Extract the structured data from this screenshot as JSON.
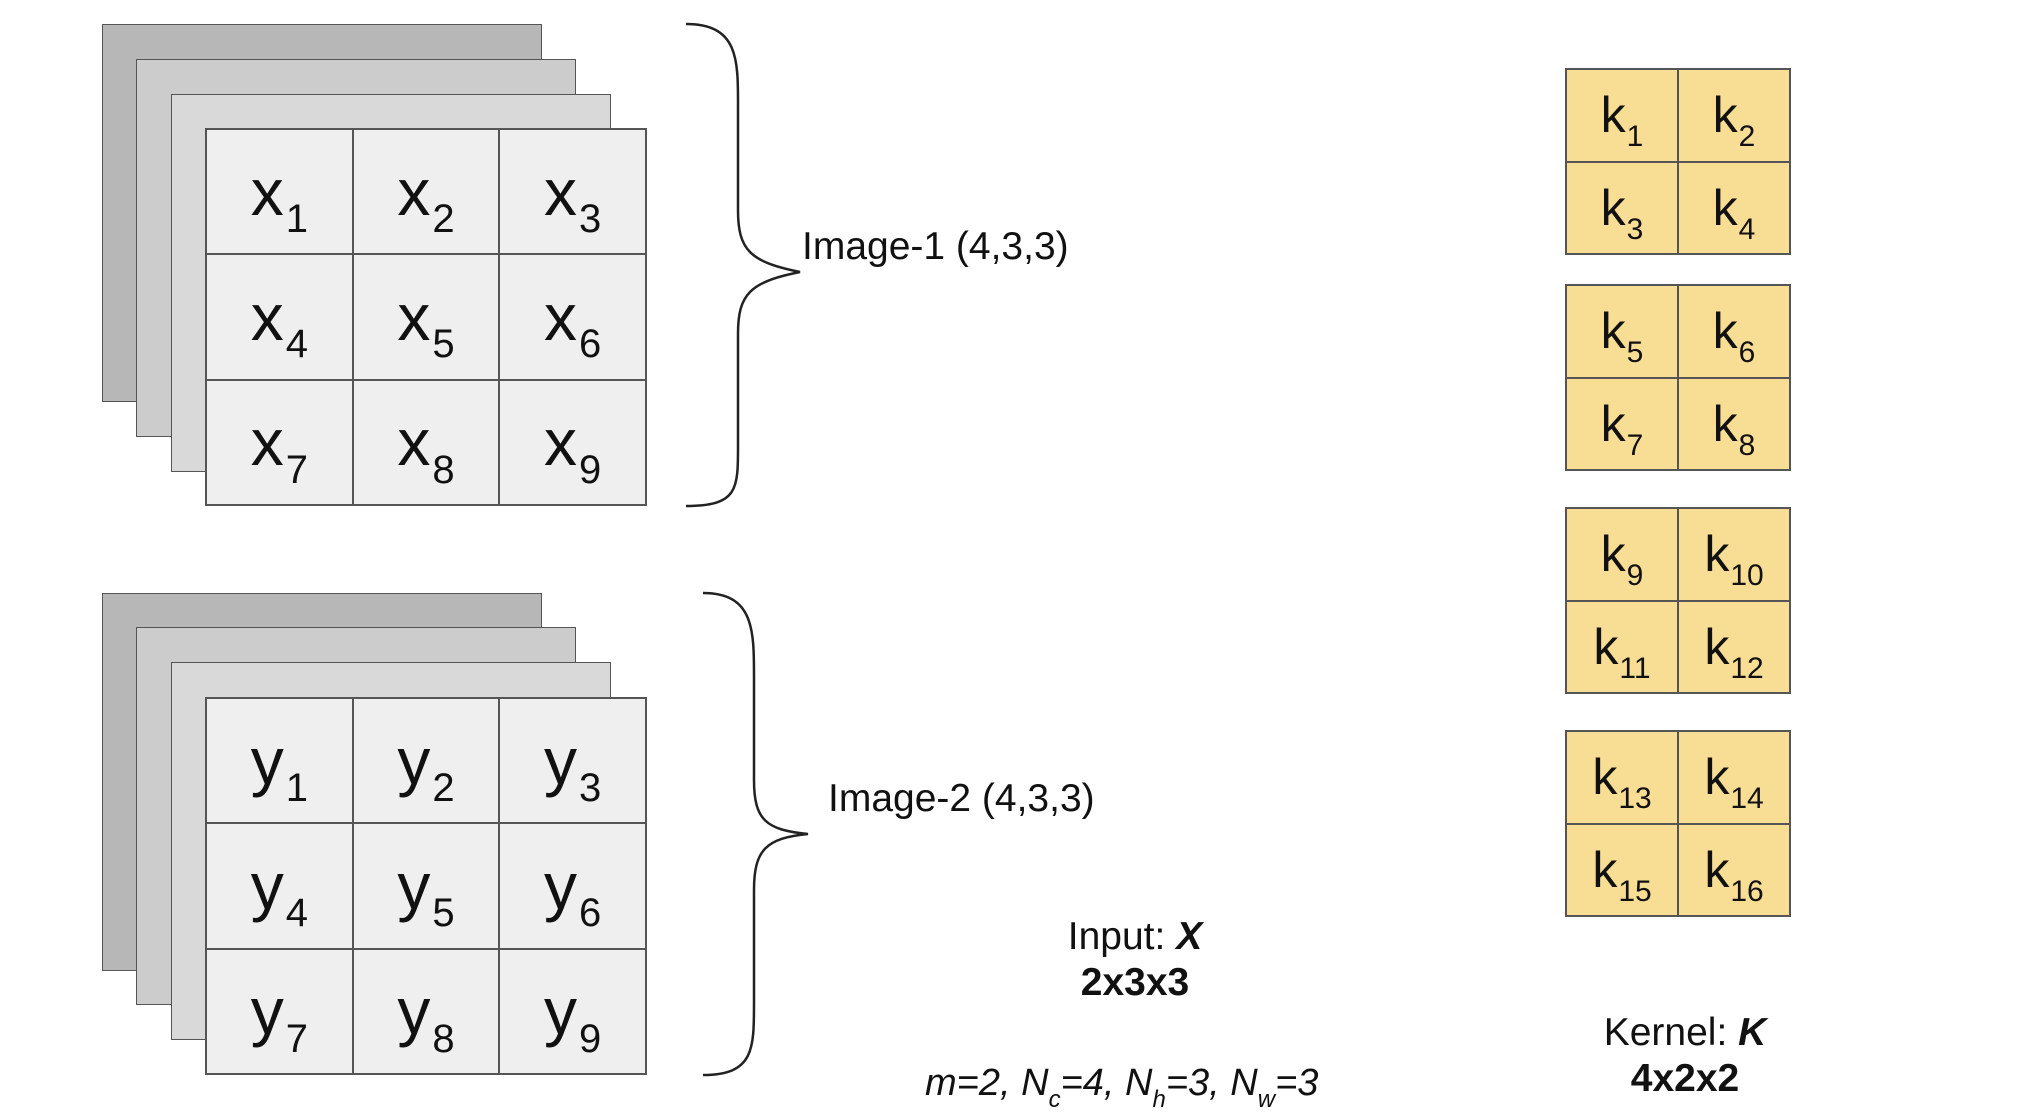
{
  "image1": {
    "label": "Image-1 (4,3,3)",
    "symbol": "x",
    "cells": [
      "1",
      "2",
      "3",
      "4",
      "5",
      "6",
      "7",
      "8",
      "9"
    ]
  },
  "image2": {
    "label": "Image-2 (4,3,3)",
    "symbol": "y",
    "cells": [
      "1",
      "2",
      "3",
      "4",
      "5",
      "6",
      "7",
      "8",
      "9"
    ]
  },
  "kernel": {
    "symbol": "k",
    "blocks": [
      [
        "1",
        "2",
        "3",
        "4"
      ],
      [
        "5",
        "6",
        "7",
        "8"
      ],
      [
        "9",
        "10",
        "11",
        "12"
      ],
      [
        "13",
        "14",
        "15",
        "16"
      ]
    ],
    "caption_prefix": "Kernel: ",
    "caption_var": "K",
    "dims": "4x2x2"
  },
  "input": {
    "caption_prefix": "Input: ",
    "caption_var": "X",
    "dims": "2x3x3"
  },
  "params": [
    {
      "name": "m",
      "sub": "",
      "value": "=2, "
    },
    {
      "name": "N",
      "sub": "c",
      "value": "=4, "
    },
    {
      "name": "N",
      "sub": "h",
      "value": "=3, "
    },
    {
      "name": "N",
      "sub": "w",
      "value": "=3"
    }
  ],
  "colors": {
    "kernel_fill": "#f8dd94",
    "grid_fill": "#efefef",
    "layer_dark": "#b7b7b7",
    "layer_mid": "#cccccc",
    "layer_light": "#d9d9d9"
  }
}
